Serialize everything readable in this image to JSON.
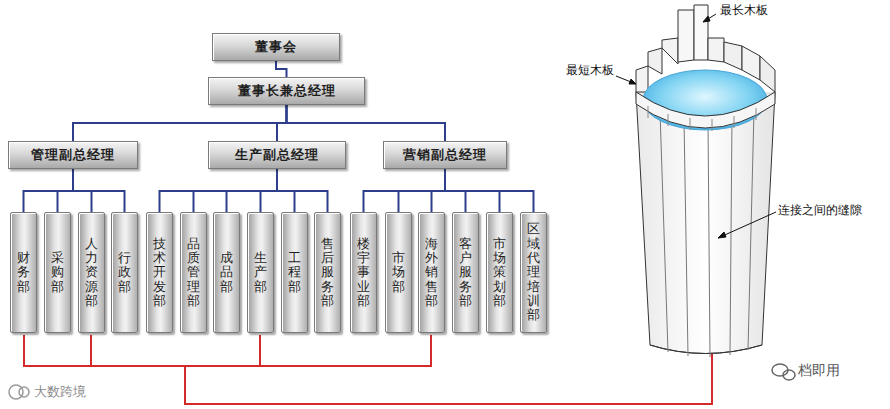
{
  "diagram": {
    "nodes": [
      {
        "text": [
          "董事会"
        ]
      },
      {
        "text": [
          "董事长兼总经理"
        ]
      },
      {
        "text": [
          "管理副总经理"
        ]
      },
      {
        "text": [
          "生产副总经理"
        ]
      },
      {
        "text": [
          "营销副总经理"
        ]
      },
      {
        "text": [
          "财务部"
        ]
      },
      {
        "text": [
          "采购部"
        ]
      },
      {
        "text": [
          "人力资源部"
        ]
      },
      {
        "text": [
          "行政部"
        ]
      },
      {
        "text": [
          "技术开发部"
        ]
      },
      {
        "text": [
          "品质管理部"
        ]
      },
      {
        "text": [
          "成品部"
        ]
      },
      {
        "text": [
          "生产部"
        ]
      },
      {
        "text": [
          "工程部"
        ]
      },
      {
        "text": [
          "售后服务部"
        ]
      },
      {
        "text": [
          "楼宇事业部"
        ]
      },
      {
        "text": [
          "市场部"
        ]
      },
      {
        "text": [
          "海外销售部"
        ]
      },
      {
        "text": [
          "客户服务部"
        ]
      },
      {
        "text": [
          "市场策划部"
        ]
      },
      {
        "text": [
          "区域代理培训部"
        ]
      }
    ],
    "edges": [
      {
        "from": 0,
        "to": 1,
        "arrow": "none"
      },
      {
        "from": 1,
        "to": 2,
        "arrow": "none"
      },
      {
        "from": 1,
        "to": 3,
        "arrow": "none"
      },
      {
        "from": 1,
        "to": 4,
        "arrow": "none"
      },
      {
        "from": 2,
        "to": 5,
        "arrow": "none"
      },
      {
        "from": 2,
        "to": 6,
        "arrow": "none"
      },
      {
        "from": 2,
        "to": 7,
        "arrow": "none"
      },
      {
        "from": 2,
        "to": 8,
        "arrow": "none"
      },
      {
        "from": 3,
        "to": 9,
        "arrow": "none"
      },
      {
        "from": 3,
        "to": 10,
        "arrow": "none"
      },
      {
        "from": 3,
        "to": 11,
        "arrow": "none"
      },
      {
        "from": 3,
        "to": 12,
        "arrow": "none"
      },
      {
        "from": 3,
        "to": 13,
        "arrow": "none"
      },
      {
        "from": 3,
        "to": 14,
        "arrow": "none"
      },
      {
        "from": 4,
        "to": 15,
        "arrow": "none"
      },
      {
        "from": 4,
        "to": 16,
        "arrow": "none"
      },
      {
        "from": 4,
        "to": 17,
        "arrow": "none"
      },
      {
        "from": 4,
        "to": 18,
        "arrow": "none"
      },
      {
        "from": 4,
        "to": 19,
        "arrow": "none"
      },
      {
        "from": 4,
        "to": 20,
        "arrow": "none"
      }
    ],
    "labels": [
      "最长木板",
      "最短木板",
      "连接之间的缝隙",
      "大数跨境",
      "档即用"
    ]
  }
}
